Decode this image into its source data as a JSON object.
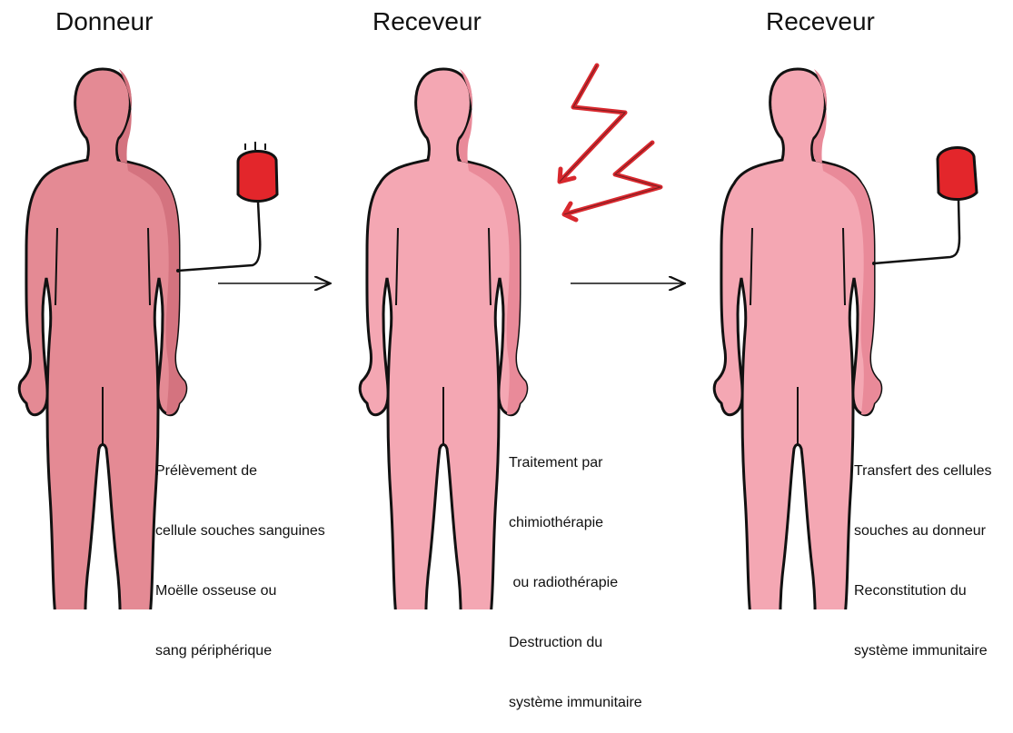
{
  "panels": [
    {
      "title": "Donneur",
      "caption": [
        "Prélèvement de",
        "cellule souches sanguines",
        "Moëlle osseuse ou",
        "sang périphérique"
      ],
      "body_color": "#e48a94",
      "body_shade": "#d4737f",
      "has_bag": true
    },
    {
      "title": "Receveur",
      "caption": [
        "Traitement par",
        "chimiothérapie",
        " ou radiothérapie",
        "Destruction du",
        "système immunitaire"
      ],
      "body_color": "#f4a7b3",
      "body_shade": "#e98a99",
      "has_bag": false
    },
    {
      "title": "Receveur",
      "caption": [
        "Transfert des cellules",
        "souches au donneur",
        "Reconstitution du",
        "système immunitaire"
      ],
      "body_color": "#f4a7b3",
      "body_shade": "#e98a99",
      "has_bag": true
    }
  ],
  "colors": {
    "bag": "#e3262b",
    "bolt": "#d8282e",
    "outline": "#111111"
  }
}
